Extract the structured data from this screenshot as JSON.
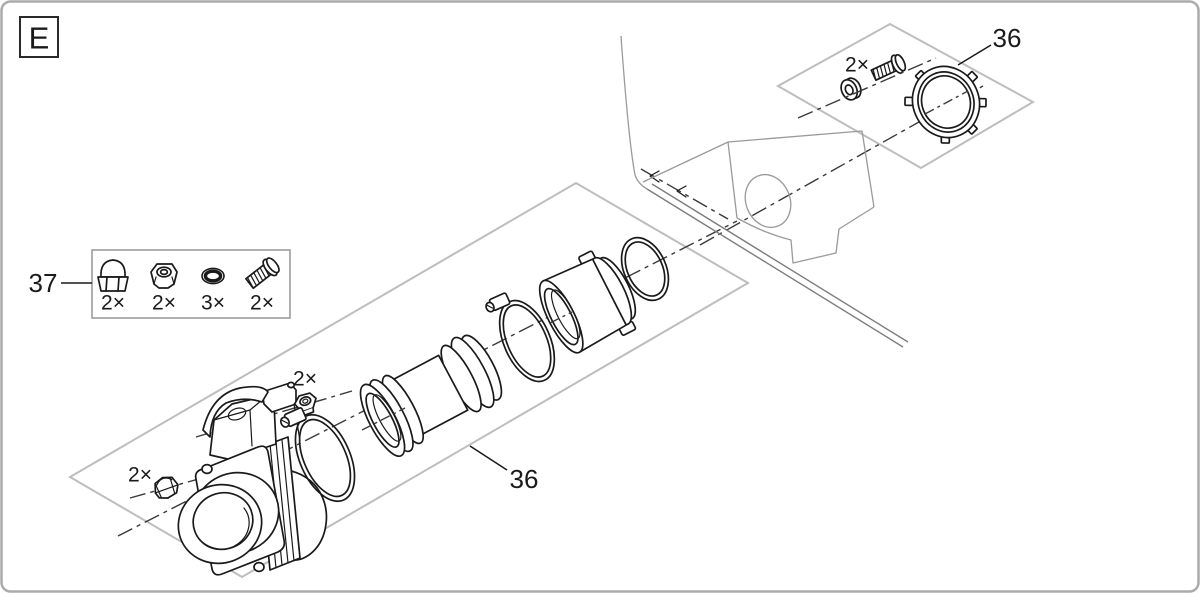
{
  "drawing": {
    "section_label": "E",
    "colors": {
      "line": "#1a1a1a",
      "ghost": "#9a9a9a",
      "ghostdark": "#7d7d7d",
      "frame": "#bdbdbd",
      "centerline": "#3a3a3a",
      "border": "#ababab"
    },
    "callouts": {
      "group_top": {
        "part": "36",
        "qty_screws": "2×"
      },
      "group_main": {
        "part": "36",
        "qty_lock_nuts": "2×",
        "qty_cap_nuts": "2×"
      },
      "hardware_kit": {
        "part": "37",
        "items": [
          {
            "name": "cap-nut",
            "qty": "2×"
          },
          {
            "name": "lock-nut",
            "qty": "2×"
          },
          {
            "name": "o-ring",
            "qty": "3×"
          },
          {
            "name": "screw",
            "qty": "2×"
          }
        ]
      }
    }
  }
}
